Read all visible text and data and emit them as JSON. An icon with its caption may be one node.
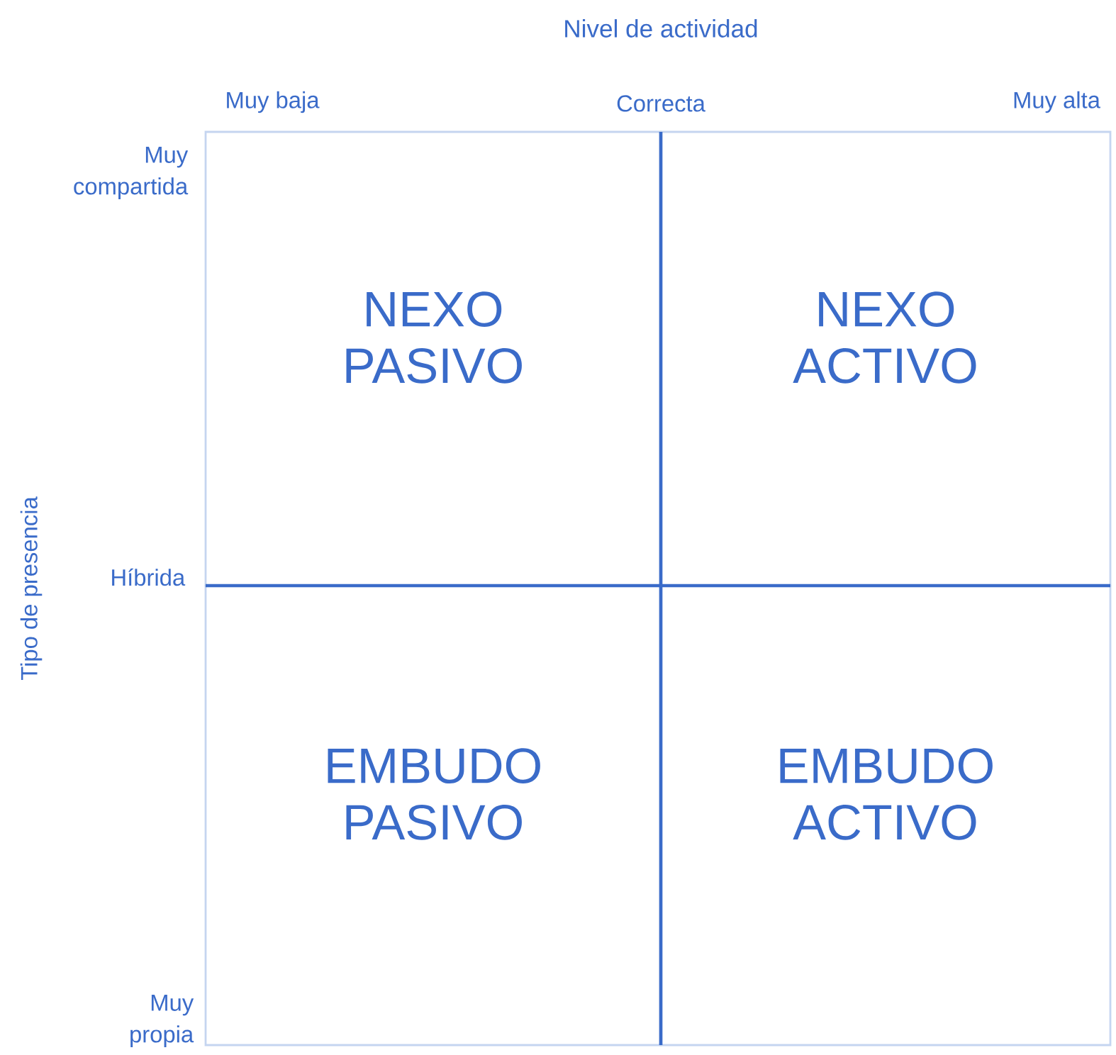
{
  "diagram": {
    "title": "Nivel de actividad",
    "nodes": [
      {
        "text": [
          "NEXO PASIVO"
        ]
      },
      {
        "text": [
          "NEXO ACTIVO"
        ]
      },
      {
        "text": [
          "EMBUDO PASIVO"
        ]
      },
      {
        "text": [
          "EMBUDO ACTIVO"
        ]
      }
    ],
    "labels": [
      "Muy baja",
      "Correcta",
      "Muy alta",
      "Muy compartida",
      "Tipo de presencia",
      "Híbrida",
      "Muy propia"
    ]
  }
}
